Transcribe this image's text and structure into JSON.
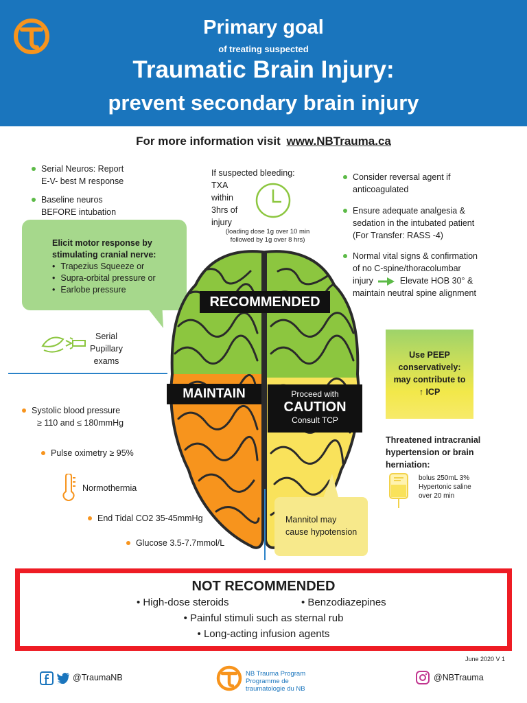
{
  "header": {
    "primary_goal": "Primary goal",
    "of_treating": "of treating suspected",
    "tbi": "Traumatic Brain Injury:",
    "prevent": "prevent secondary brain injury"
  },
  "more_info": {
    "text": "For more information visit",
    "url": "www.NBTrauma.ca"
  },
  "left_top": {
    "serial_neuros_1": "Serial Neuros: Report",
    "serial_neuros_2": "E-V- best M response",
    "baseline_1": "Baseline neuros",
    "baseline_2": "BEFORE intubation"
  },
  "bubble": {
    "head_1": "Elicit motor response by",
    "head_2": "stimulating cranial nerve:",
    "items": [
      "Trapezius Squeeze or",
      "Supra-orbital pressure or",
      "Earlobe pressure"
    ]
  },
  "pupillary": {
    "line1": "Serial",
    "line2": "Pupillary",
    "line3": "exams"
  },
  "txa": {
    "line1": "If suspected bleeding:",
    "line2": "TXA",
    "line3": "within",
    "line4": "3hrs of",
    "line5": "injury",
    "dose1": "(loading dose 1g over 10 min",
    "dose2": "followed by 1g over 8 hrs)"
  },
  "right_top": {
    "reversal_1": "Consider reversal agent if",
    "reversal_2": "anticoagulated",
    "analgesia_1": "Ensure adequate  analgesia &",
    "analgesia_2": "sedation in the intubated patient",
    "analgesia_3": "(For Transfer: RASS -4)",
    "vitals_1": "Normal vital signs & confirmation",
    "vitals_2": "of no C-spine/thoracolumbar",
    "vitals_3a": "injury",
    "vitals_3b": "Elevate HOB 30° &",
    "vitals_4": "maintain neutral spine alignment"
  },
  "labels": {
    "recommended": "RECOMMENDED",
    "maintain": "MAINTAIN",
    "proceed": "Proceed with",
    "caution": "CAUTION",
    "consult": "Consult TCP"
  },
  "peep": {
    "line1": "Use PEEP",
    "line2": "conservatively:",
    "line3": "may contribute to",
    "line4": "↑ ICP"
  },
  "threatened": {
    "line1": "Threatened intracranial",
    "line2": "hypertension or brain",
    "line3": "herniation:",
    "bolus1": "bolus 250mL 3%",
    "bolus2": "Hypertonic saline",
    "bolus3": "over 20 min"
  },
  "maintain_items": {
    "sbp_1": "Systolic blood pressure",
    "sbp_2": "≥ 110 and ≤  180mmHg",
    "spo2": "Pulse oximetry ≥ 95%",
    "normothermia": "Normothermia",
    "etco2": "End Tidal CO2 35-45mmHg",
    "glucose": "Glucose 3.5-7.7mmol/L"
  },
  "mannitol": {
    "line1": "Mannitol may",
    "line2": "cause hypotension"
  },
  "not_recommended": {
    "title": "NOT RECOMMENDED",
    "steroids": "High-dose steroids",
    "benzos": "Benzodiazepines",
    "painful": "Painful stimuli such as sternal rub",
    "infusion": "Long-acting infusion agents"
  },
  "version": "June 2020 V 1",
  "footer": {
    "twitter_handle": "@TraumaNB",
    "program_1": "NB Trauma Program",
    "program_2": "Programme de",
    "program_3": "traumatologie du NB",
    "instagram_handle": "@NBTrauma"
  },
  "colors": {
    "header_blue": "#1a75bd",
    "green_bullet": "#5cba47",
    "orange_bullet": "#f7941d",
    "not_rec_red": "#ee1c24",
    "brain_green": "#8cc63f",
    "brain_orange": "#f7941d",
    "brain_yellow": "#f9e25b"
  }
}
